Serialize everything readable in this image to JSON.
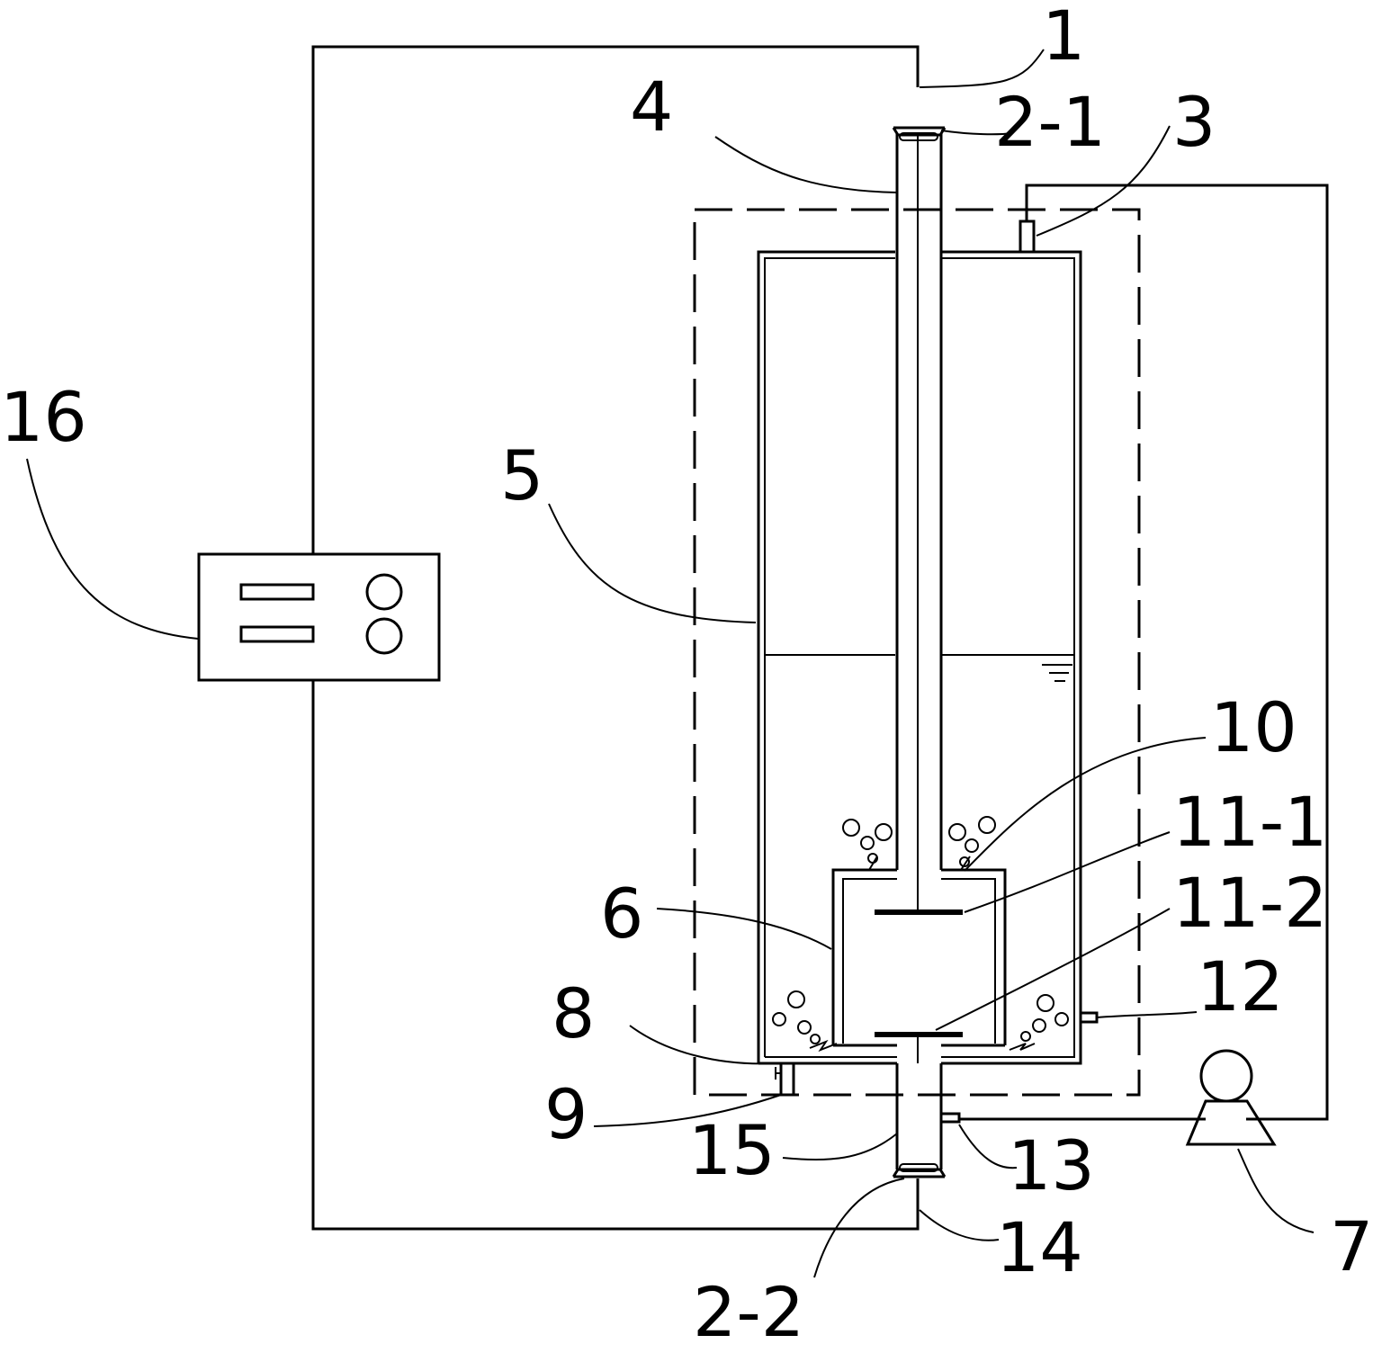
{
  "labels": {
    "l1": "1",
    "l2_1": "2-1",
    "l3": "3",
    "l4": "4",
    "l5": "5",
    "l6": "6",
    "l7": "7",
    "l8": "8",
    "l9": "9",
    "l10": "10",
    "l11_1": "11-1",
    "l11_2": "11-2",
    "l12": "12",
    "l13": "13",
    "l14": "14",
    "l15": "15",
    "l16": "16",
    "l2_2": "2-2"
  }
}
